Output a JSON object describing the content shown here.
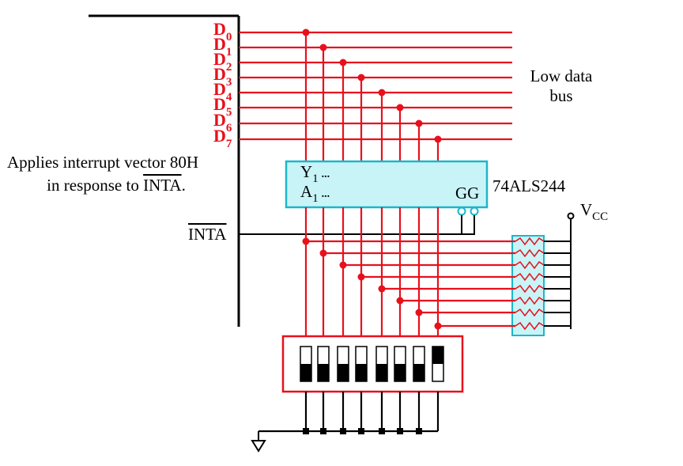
{
  "colors": {
    "wire_red": "#e8101c",
    "wire_black": "#000000",
    "chip_fill": "#c8f4f8",
    "chip_border": "#1cb7c7",
    "switch_box": "#e8101c"
  },
  "data_bus": {
    "lines": [
      {
        "letter": "D",
        "sub": "0"
      },
      {
        "letter": "D",
        "sub": "1"
      },
      {
        "letter": "D",
        "sub": "2"
      },
      {
        "letter": "D",
        "sub": "3"
      },
      {
        "letter": "D",
        "sub": "4"
      },
      {
        "letter": "D",
        "sub": "5"
      },
      {
        "letter": "D",
        "sub": "6"
      },
      {
        "letter": "D",
        "sub": "7"
      }
    ],
    "label_line1": "Low data",
    "label_line2": "bus"
  },
  "description": {
    "line1": "Applies interrupt vector 80H",
    "line2_prefix": "in response to ",
    "line2_overlined": "INTA",
    "line2_suffix": "."
  },
  "chip": {
    "name": "74ALS244",
    "y_letter": "Y",
    "y_sub": "1",
    "a_letter": "A",
    "a_sub": "1",
    "ellipsis": "...",
    "enable_label": "GG"
  },
  "inta_label": "INTA",
  "vcc": {
    "letter": "V",
    "sub": "CC"
  },
  "dip_switches": {
    "states": [
      "on",
      "on",
      "on",
      "on",
      "on",
      "on",
      "on",
      "off"
    ]
  },
  "resistor_pack": {
    "count": 8
  },
  "ground": {
    "symbol": "ground"
  }
}
